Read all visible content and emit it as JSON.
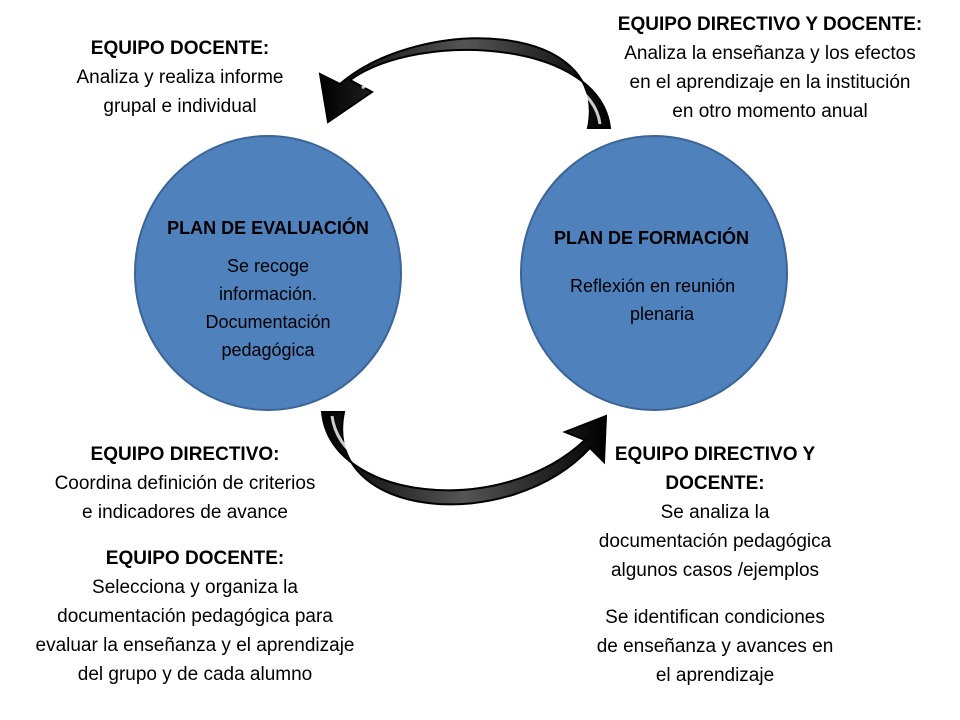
{
  "colors": {
    "circle_fill": "#4f81bd",
    "circle_stroke": "#3b6497",
    "arrow_dark": "#1a1a1a",
    "arrow_light": "#ffffff"
  },
  "left_circle": {
    "title": "PLAN DE EVALUACIÓN",
    "lines": [
      "Se recoge",
      "información.",
      "Documentación",
      "pedagógica"
    ]
  },
  "right_circle": {
    "title": "PLAN DE  FORMACIÓN",
    "lines": [
      "Reflexión en reunión",
      "plenaria"
    ]
  },
  "top_left": {
    "heading": "EQUIPO DOCENTE:",
    "lines": [
      "Analiza  y realiza informe",
      "grupal e individual"
    ]
  },
  "top_right": {
    "heading": "EQUIPO DIRECTIVO Y  DOCENTE:",
    "lines": [
      "Analiza  la enseñanza y  los efectos",
      "en el aprendizaje en la institución",
      "en otro momento anual"
    ]
  },
  "bottom_left_1": {
    "heading": "EQUIPO DIRECTIVO:",
    "lines": [
      "Coordina definición de  criterios",
      "e indicadores de avance"
    ]
  },
  "bottom_left_2": {
    "heading": "EQUIPO DOCENTE:",
    "lines": [
      "Selecciona y organiza la",
      "documentación pedagógica para",
      "evaluar  la enseñanza y el aprendizaje",
      "del grupo y de cada alumno"
    ]
  },
  "bottom_right": {
    "heading_lines": [
      "EQUIPO DIRECTIVO Y",
      "DOCENTE:"
    ],
    "lines": [
      "Se analiza la",
      "documentación pedagógica",
      "algunos casos /ejemplos"
    ],
    "lines2": [
      "Se identifican condiciones",
      "de enseñanza y  avances en",
      "el aprendizaje"
    ]
  }
}
